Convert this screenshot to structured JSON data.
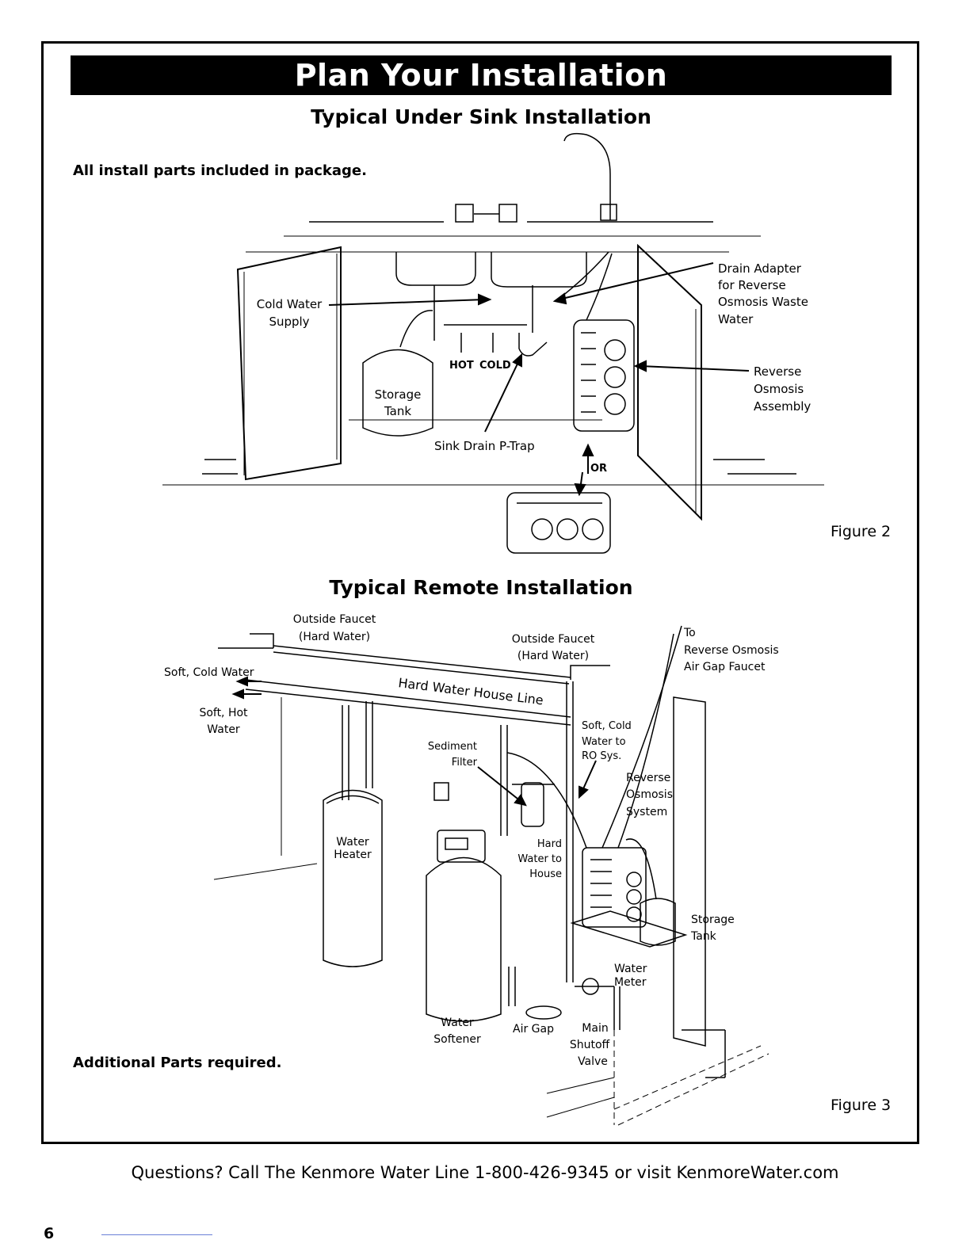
{
  "page": {
    "title": "Plan Your Installation",
    "footer": "Questions? Call The Kenmore Water Line 1-800-426-9345 or visit KenmoreWater.com",
    "page_number": "6"
  },
  "figure2": {
    "heading": "Typical Under Sink Installation",
    "note": "All install parts included in package.",
    "caption": "Figure 2",
    "labels": {
      "cold_water_1": "Cold Water",
      "cold_water_2": "Supply",
      "drain_1": "Drain Adapter",
      "drain_2": "for Reverse",
      "drain_3": "Osmosis Waste",
      "drain_4": "Water",
      "ro_1": "Reverse",
      "ro_2": "Osmosis",
      "ro_3": "Assembly",
      "hot": "HOT",
      "cold": "COLD",
      "storage_1": "Storage",
      "storage_2": "Tank",
      "ptrap": "Sink Drain P-Trap",
      "or": "OR"
    }
  },
  "figure3": {
    "heading": "Typical Remote Installation",
    "note": "Additional Parts required.",
    "caption": "Figure 3",
    "labels": {
      "outside_faucet_a1": "Outside Faucet",
      "outside_faucet_a2": "(Hard Water)",
      "outside_faucet_b1": "Outside Faucet",
      "outside_faucet_b2": "(Hard Water)",
      "to_ro_1": "To",
      "to_ro_2": "Reverse Osmosis",
      "to_ro_3": "Air Gap Faucet",
      "soft_cold": "Soft, Cold Water",
      "soft_hot_1": "Soft, Hot",
      "soft_hot_2": "Water",
      "hard_line": "Hard Water House Line",
      "soft_cold_ro_1": "Soft, Cold",
      "soft_cold_ro_2": "Water to",
      "soft_cold_ro_3": "RO Sys.",
      "sediment_1": "Sediment",
      "sediment_2": "Filter",
      "ro_sys_1": "Reverse",
      "ro_sys_2": "Osmosis",
      "ro_sys_3": "System",
      "heater_1": "Water",
      "heater_2": "Heater",
      "hard_house_1": "Hard",
      "hard_house_2": "Water to",
      "hard_house_3": "House",
      "storage_1": "Storage",
      "storage_2": "Tank",
      "meter_1": "Water",
      "meter_2": "Meter",
      "softener_1": "Water",
      "softener_2": "Softener",
      "air_gap": "Air Gap",
      "shutoff_1": "Main",
      "shutoff_2": "Shutoff",
      "shutoff_3": "Valve"
    }
  }
}
